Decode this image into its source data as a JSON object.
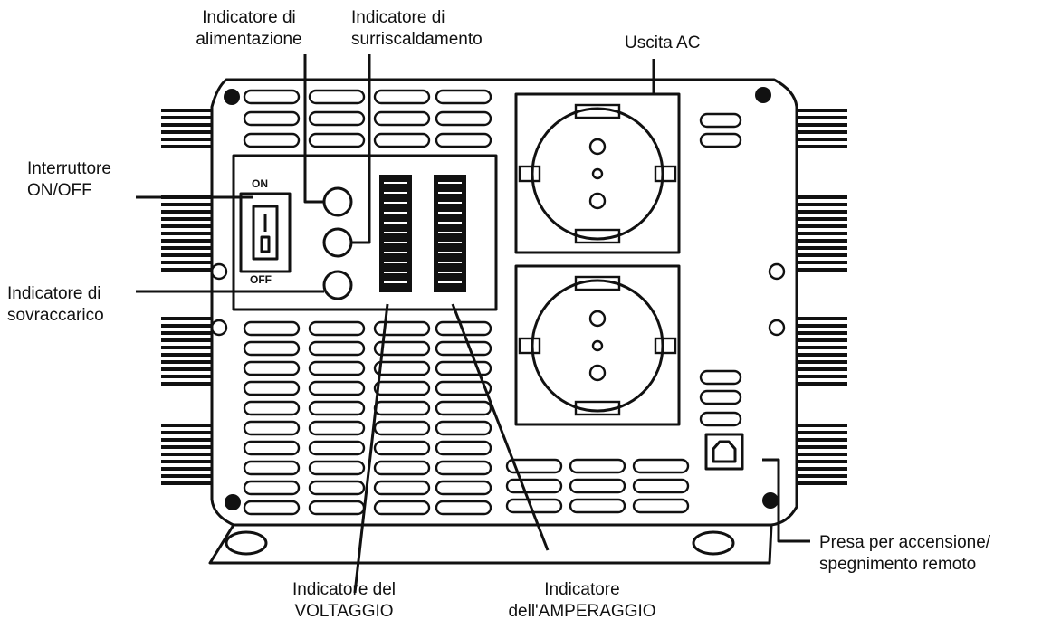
{
  "labels": {
    "power_indicator": [
      "Indicatore di",
      "alimentazione"
    ],
    "overheat_indicator": [
      "Indicatore di",
      "surriscaldamento"
    ],
    "ac_output": [
      "Uscita AC"
    ],
    "onoff_switch": [
      "Interruttore",
      "ON/OFF"
    ],
    "overload_indicator": [
      "Indicatore di",
      "sovraccarico"
    ],
    "voltage_indicator": [
      "Indicatore del",
      "VOLTAGGIO"
    ],
    "amperage_indicator": [
      "Indicatore",
      "dell'AMPERAGGIO"
    ],
    "remote_port": [
      "Presa per accensione/",
      "spegnimento remoto"
    ]
  },
  "switch_marks": {
    "on": "ON",
    "off": "OFF"
  },
  "colors": {
    "line": "#111111",
    "background": "#ffffff"
  }
}
